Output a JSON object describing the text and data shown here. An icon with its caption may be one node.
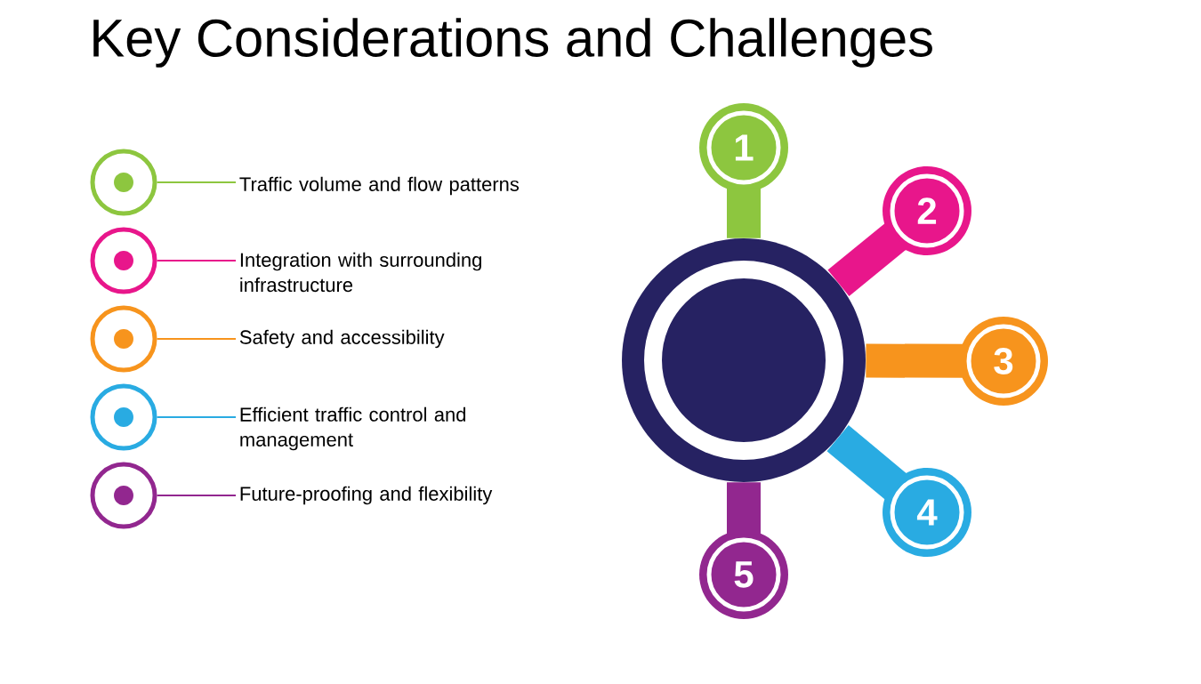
{
  "diagram": {
    "title": "Key Considerations and Challenges",
    "nodes": [
      {
        "text": [],
        "shape": "circle"
      },
      {
        "text": [
          "Traffic volume and flow patterns"
        ]
      },
      {
        "text": [],
        "shape": "circle"
      },
      {
        "text": [
          "Integration with surrounding infrastructure"
        ]
      },
      {
        "text": [],
        "shape": "circle"
      },
      {
        "text": [
          "Safety and accessibility"
        ]
      },
      {
        "text": [],
        "shape": "circle"
      },
      {
        "text": [
          "Efficient traffic control and management"
        ]
      },
      {
        "text": [],
        "shape": "circle"
      },
      {
        "text": [
          "Future-proofing and flexibility"
        ]
      },
      {
        "text": [],
        "shape": "circle"
      },
      {
        "text": [
          "1"
        ]
      },
      {
        "text": [
          "2"
        ]
      },
      {
        "text": [
          "3"
        ]
      },
      {
        "text": [
          "4"
        ]
      },
      {
        "text": [
          "5"
        ]
      }
    ],
    "edges": [
      {
        "from": 0,
        "to": 1,
        "arrow": "none",
        "color": "#8dc63f"
      },
      {
        "from": 2,
        "to": 3,
        "arrow": "none",
        "color": "#e8168b"
      },
      {
        "from": 4,
        "to": 5,
        "arrow": "none",
        "color": "#f7941d"
      },
      {
        "from": 6,
        "to": 7,
        "arrow": "none",
        "color": "#29abe2"
      },
      {
        "from": 8,
        "to": 9,
        "arrow": "none",
        "color": "#92278f"
      },
      {
        "from": 10,
        "to": 11,
        "arrow": "none",
        "style": "thick",
        "color": "#8dc63f"
      },
      {
        "from": 10,
        "to": 12,
        "arrow": "none",
        "style": "thick",
        "color": "#e8168b"
      },
      {
        "from": 10,
        "to": 13,
        "arrow": "none",
        "style": "thick",
        "color": "#f7941d"
      },
      {
        "from": 10,
        "to": 14,
        "arrow": "none",
        "style": "thick",
        "color": "#29abe2"
      },
      {
        "from": 10,
        "to": 15,
        "arrow": "none",
        "style": "thick",
        "color": "#92278f"
      }
    ]
  }
}
